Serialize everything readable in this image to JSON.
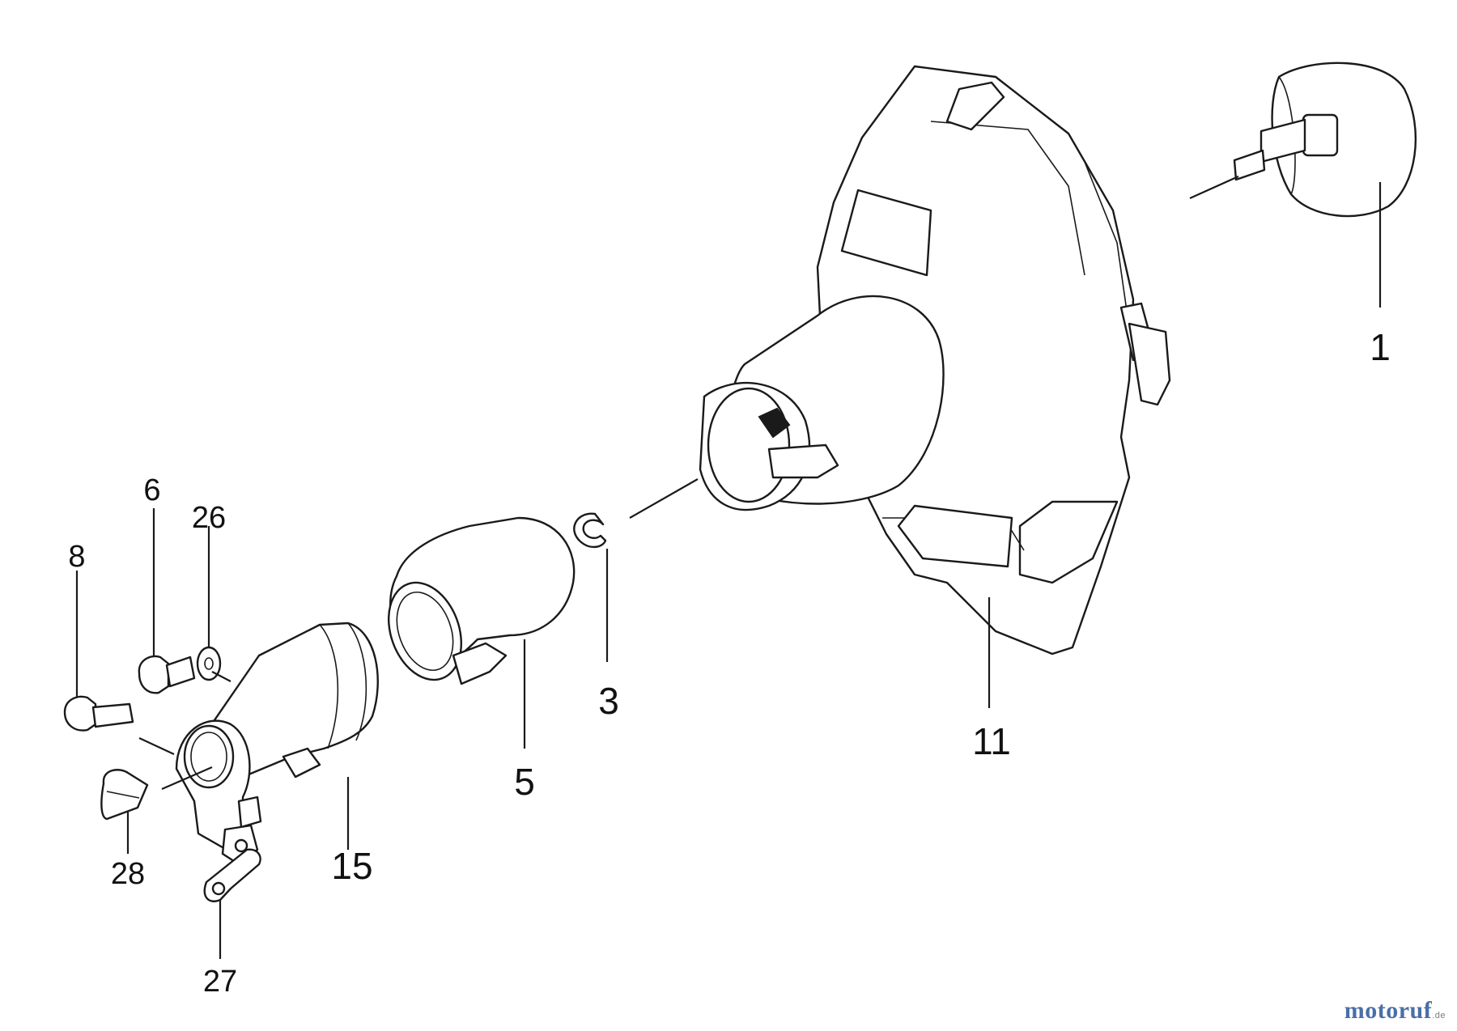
{
  "callouts": {
    "c1": "1",
    "c3": "3",
    "c5": "5",
    "c6": "6",
    "c8": "8",
    "c11": "11",
    "c15": "15",
    "c26": "26",
    "c27": "27",
    "c28": "28"
  },
  "watermark": {
    "text": "motoruf",
    "suffix": ".de",
    "color": "#4a6fa8"
  }
}
